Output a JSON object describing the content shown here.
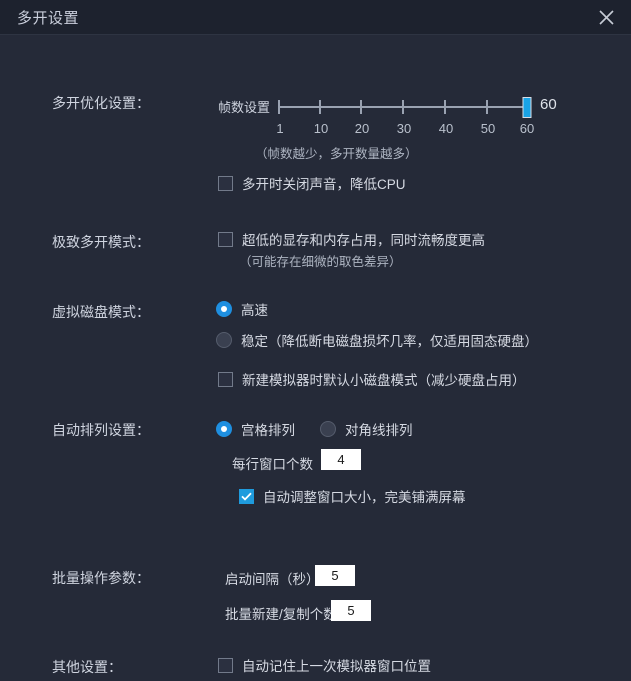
{
  "window": {
    "title": "多开设置",
    "close_icon": "close-icon",
    "accent_color": "#1f8fe0",
    "slider_handle_color": "#19a3e6",
    "background_color": "#252a38",
    "titlebar_color": "#1d222e"
  },
  "sections": {
    "optimize": {
      "label": "多开优化设置：",
      "slider": {
        "label": "帧数设置",
        "value": "60",
        "min": 1,
        "max": 60,
        "ticks": [
          "1",
          "10",
          "20",
          "30",
          "40",
          "50",
          "60"
        ]
      },
      "hint": "（帧数越少，多开数量越多）",
      "mute_checkbox": {
        "label": "多开时关闭声音，降低CPU",
        "checked": false
      }
    },
    "extreme": {
      "label": "极致多开模式：",
      "checkbox": {
        "label": "超低的显存和内存占用，同时流畅度更高",
        "checked": false
      },
      "hint": "（可能存在细微的取色差异）"
    },
    "disk": {
      "label": "虚拟磁盘模式：",
      "radios": [
        {
          "label": "高速",
          "checked": true
        },
        {
          "label": "稳定（降低断电磁盘损坏几率，仅适用固态硬盘）",
          "checked": false
        }
      ],
      "small_disk_checkbox": {
        "label": "新建模拟器时默认小磁盘模式（减少硬盘占用）",
        "checked": false
      }
    },
    "arrange": {
      "label": "自动排列设置：",
      "radios": [
        {
          "label": "宫格排列",
          "checked": true
        },
        {
          "label": "对角线排列",
          "checked": false
        }
      ],
      "per_row": {
        "label": "每行窗口个数",
        "value": "4"
      },
      "autofit_checkbox": {
        "label": "自动调整窗口大小，完美铺满屏幕",
        "checked": true
      }
    },
    "batch": {
      "label": "批量操作参数：",
      "start_interval": {
        "label": "启动间隔（秒）",
        "value": "5"
      },
      "batch_count": {
        "label": "批量新建/复制个数",
        "value": "5"
      }
    },
    "other": {
      "label": "其他设置：",
      "remember_checkbox": {
        "label": "自动记住上一次模拟器窗口位置",
        "checked": false
      }
    }
  }
}
